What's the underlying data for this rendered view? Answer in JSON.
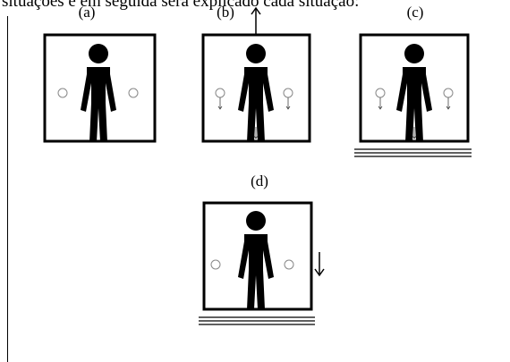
{
  "header": {
    "text": "situações e em seguida será explicado cada situação:"
  },
  "panels": [
    {
      "id": "a",
      "label": "(a)"
    },
    {
      "id": "b",
      "label": "(b)"
    },
    {
      "id": "c",
      "label": "(c)"
    },
    {
      "id": "d",
      "label": "(d)"
    }
  ],
  "icons": {
    "person": "person-icon",
    "weight": "hanging-ball-icon",
    "arrow_up": "arrow-up-icon",
    "arrow_down": "arrow-down-icon",
    "floor": "floor-lines-icon"
  }
}
